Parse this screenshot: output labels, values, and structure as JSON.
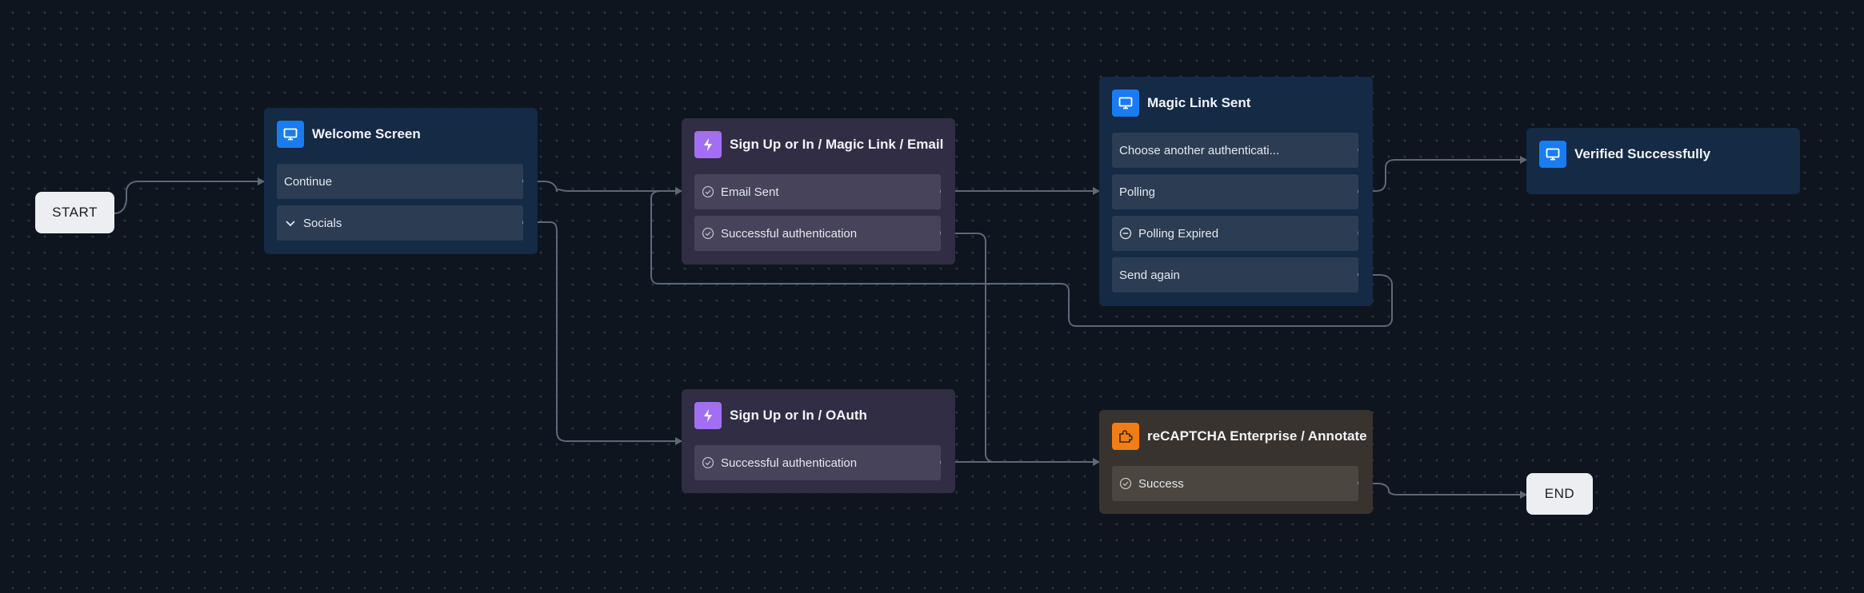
{
  "colors": {
    "background": "#0f151f",
    "screen_node": "#142a45",
    "action_node": "#302d44",
    "connector_node": "#38332e",
    "edge": "#5d6878",
    "screen_icon": "#1a7cf0",
    "action_icon": "#a26ff2",
    "connector_icon": "#f07e16"
  },
  "start": {
    "label": "START"
  },
  "end": {
    "label": "END"
  },
  "welcome": {
    "title": "Welcome Screen",
    "icon": "monitor-icon",
    "rows": [
      {
        "label": "Continue"
      },
      {
        "label": "Socials",
        "icon": "chevron-down-icon"
      }
    ]
  },
  "magic_link_action": {
    "title": "Sign Up or In / Magic Link / Email",
    "icon": "lightning-icon",
    "rows": [
      {
        "label": "Email Sent",
        "icon": "check-circle-icon"
      },
      {
        "label": "Successful authentication",
        "icon": "check-circle-icon"
      }
    ]
  },
  "oauth_action": {
    "title": "Sign Up or In / OAuth",
    "icon": "lightning-icon",
    "rows": [
      {
        "label": "Successful authentication",
        "icon": "check-circle-icon"
      }
    ]
  },
  "magic_link_sent": {
    "title": "Magic Link Sent",
    "icon": "monitor-icon",
    "rows": [
      {
        "label": "Choose another authenticati..."
      },
      {
        "label": "Polling"
      },
      {
        "label": "Polling Expired",
        "icon": "minus-circle-icon"
      },
      {
        "label": "Send again"
      }
    ]
  },
  "verified": {
    "title": "Verified Successfully",
    "icon": "monitor-icon"
  },
  "recaptcha": {
    "title": "reCAPTCHA Enterprise / Annotate",
    "icon": "puzzle-icon",
    "rows": [
      {
        "label": "Success",
        "icon": "check-circle-icon"
      }
    ]
  },
  "edges": [
    {
      "from": "START",
      "to": "Welcome Screen"
    },
    {
      "from": "Welcome Screen / Continue",
      "to": "Sign Up or In / Magic Link / Email"
    },
    {
      "from": "Welcome Screen / Socials",
      "to": "Sign Up or In / OAuth"
    },
    {
      "from": "Sign Up or In / Magic Link / Email / Email Sent",
      "to": "Magic Link Sent"
    },
    {
      "from": "Sign Up or In / Magic Link / Email / Successful authentication",
      "to": "reCAPTCHA Enterprise / Annotate"
    },
    {
      "from": "Sign Up or In / OAuth / Successful authentication",
      "to": "reCAPTCHA Enterprise / Annotate"
    },
    {
      "from": "Magic Link Sent / Polling",
      "to": "Verified Successfully"
    },
    {
      "from": "Magic Link Sent / Send again",
      "to": "Sign Up or In / Magic Link / Email"
    },
    {
      "from": "reCAPTCHA Enterprise / Annotate / Success",
      "to": "END"
    }
  ]
}
